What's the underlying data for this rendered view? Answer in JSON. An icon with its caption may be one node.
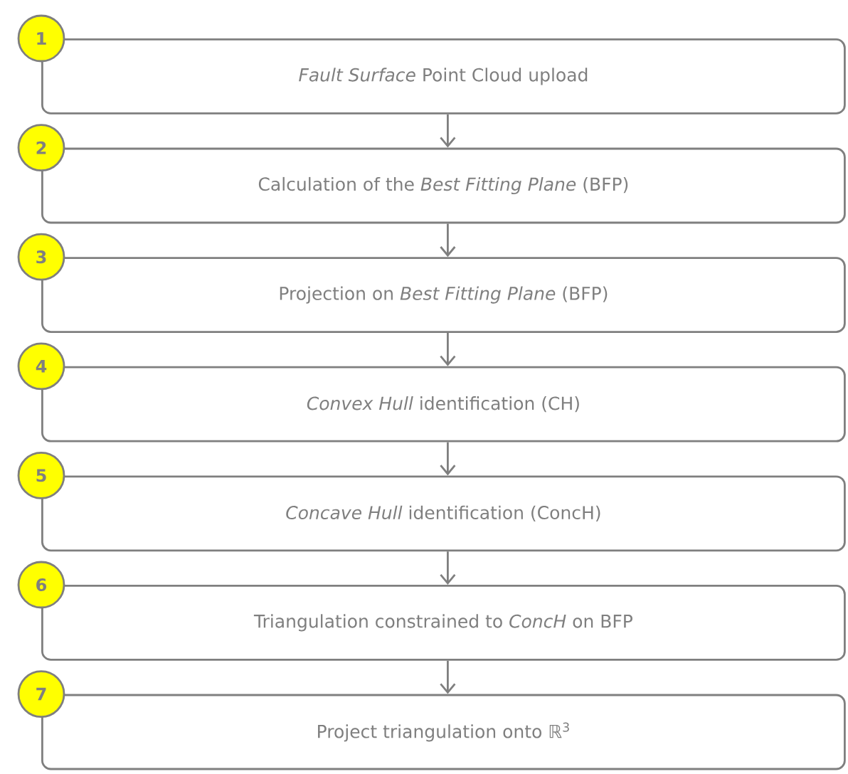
{
  "diagram": {
    "nodes": [
      {
        "text": [
          "1"
        ]
      },
      {
        "text": [
          "*Fault Surface* Point Cloud upload"
        ]
      },
      {
        "text": [
          "2"
        ]
      },
      {
        "text": [
          "Calculation of  the *Best Fitting Plane* (BFP)"
        ]
      },
      {
        "text": [
          "3"
        ]
      },
      {
        "text": [
          "Projection on *Best Fitting Plane* (BFP)"
        ]
      },
      {
        "text": [
          "4"
        ]
      },
      {
        "text": [
          "*Convex Hull* identification (CH)"
        ]
      },
      {
        "text": [
          "5"
        ]
      },
      {
        "text": [
          "*Concave Hull* identification (ConcH)"
        ]
      },
      {
        "text": [
          "6"
        ]
      },
      {
        "text": [
          "Triangulation  constrained to *ConcH* on BFP"
        ]
      },
      {
        "text": [
          "7"
        ]
      },
      {
        "text": [
          "Project triangulation onto ℝ$^{3}$"
        ]
      }
    ],
    "edges": [
      {
        "from": 1,
        "to": 3,
        "arrow": "to"
      },
      {
        "from": 3,
        "to": 5,
        "arrow": "to"
      },
      {
        "from": 5,
        "to": 7,
        "arrow": "to"
      },
      {
        "from": 7,
        "to": 9,
        "arrow": "to"
      },
      {
        "from": 9,
        "to": 11,
        "arrow": "to"
      },
      {
        "from": 11,
        "to": 13,
        "arrow": "to"
      }
    ]
  }
}
